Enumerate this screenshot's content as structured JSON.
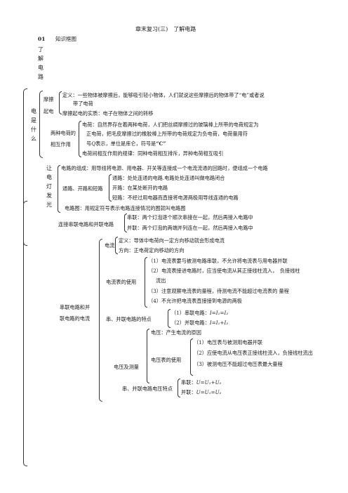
{
  "title": "章末复习(三)　了解电路",
  "section": {
    "num": "01",
    "label": "知识框图"
  },
  "side_title": [
    "了",
    "解",
    "电",
    "路"
  ],
  "b1": {
    "title": [
      "电",
      "是",
      "什",
      "么"
    ],
    "rub": {
      "label": [
        "摩擦",
        "起电"
      ],
      "def": "定义：一些物体被摩擦后，能够吸引轻小物体，人们就说这些摩擦后的物体带了“电”或者说",
      "def2": "带了电荷",
      "essence": "摩擦起电的实质：电子在物体之间的转移"
    },
    "charge": {
      "label": [
        "两种电荷的",
        "相互作用"
      ],
      "l1": "电荷：自然界存在着两种电荷，人们把丝绸摩擦过的玻璃棒上所带的电荷规定为",
      "l2": "正电荷，把毛皮摩擦过的橡胶棒上所带的电荷规定为负电荷，电荷量用符",
      "l3a": "号",
      "l3q": "Q",
      "l3b": "表示，单位是库仑，符号是",
      "l3c": "“C”",
      "l4": "电荷间相互作用的规律：同种电荷相互排斥，异种电荷相互吸引"
    }
  },
  "b2": {
    "title": [
      "让",
      "电",
      "灯",
      "发",
      "光"
    ],
    "comp": "电路的组成：用导线将电源、用电器、开关等连接成一个电流流通的回路时，便组成一个电路",
    "states_label": "通路、开路和短路",
    "states": [
      "通路：处处连通的电路.电路处处连通叫做电路闭合",
      "开路：在某处断开的电路",
      "短路：不经过用电器而直接将电源两极用导线连通的电路"
    ],
    "diagram": "电路图：用规定符号表示电路连接情况的图就叫电路图"
  },
  "conn": {
    "label": "连接串联电路和并联电路",
    "series": "串联：两个灯泡逐个顺次串接在一起，然后再接入电路中",
    "parallel": "并联：两个灯泡的两端并列连在一起，然后再接入电路中"
  },
  "b3": {
    "title": [
      "串联电路和并",
      "联电路的电流"
    ],
    "current": {
      "label": "电流",
      "def": "定义：导体中电荷向一定方向移动就会形成电流",
      "dir": "方向：正电荷定向移动的方向"
    },
    "ammeter": {
      "label": "电流表的使用",
      "i1": "（1）电流表要与被测电路串联，不允许将电流表与用电器并联",
      "i2a": "（2）电流表接进电路时，应当使电流从其正接线柱流入，　负接线柱",
      "i2b": "流出",
      "i3": "（3）注意观察电流表的量程，待测电流不能超过电流表的 量程",
      "i4": "（4）不允许把电流表直接接到电源的两极"
    },
    "feature": {
      "label": "串、并联电路的特点",
      "s_label": "（1）串联电路：",
      "s_eq": "I=I₁=I₂",
      "p_label": "（2）并联电路：",
      "p_eq": "I=I₁+I₂"
    },
    "voltage": {
      "label": "电压及测量",
      "v_def": "电压：产生电流的原因",
      "vm_label": "电压表的使用",
      "v1": "（1）电压表与被测用电器并联",
      "v2": "（2）应使电流从电压表正接线柱流入，负接线柱流出",
      "v3": "（3）被测电压不能超过电压表最大量程"
    },
    "vfeature": {
      "label": "串、并联电路电压特点",
      "s_label": "串联：",
      "s_eq": "U=U₁+U₂",
      "p_label": "并联：",
      "p_eq": "U=U₁=U₂"
    }
  }
}
